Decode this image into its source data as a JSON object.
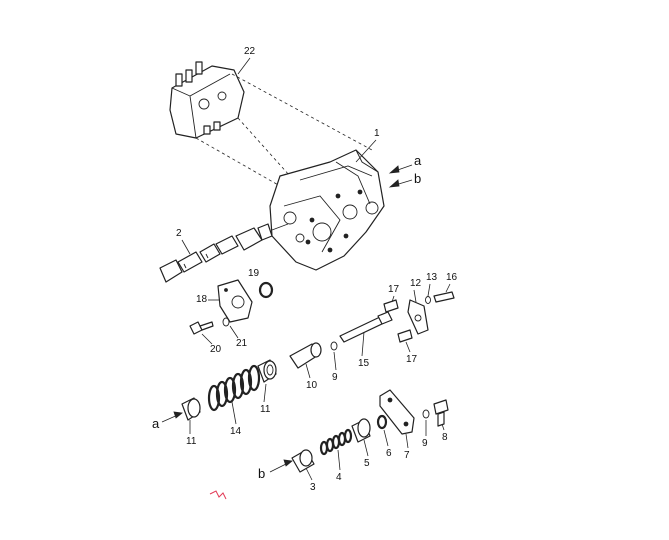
{
  "callouts": {
    "p22": "22",
    "p1": "1",
    "pa": "a",
    "pb": "b",
    "p2": "2",
    "p19": "19",
    "p18": "18",
    "p20": "20",
    "p21": "21",
    "p17top": "17",
    "p12": "12",
    "p13": "13",
    "p16": "16",
    "p15": "15",
    "p17bot": "17",
    "p9left": "9",
    "p10": "10",
    "p11top": "11",
    "p14": "14",
    "p11bot": "11",
    "pa2": "a",
    "pb2": "b",
    "p3": "3",
    "p4": "4",
    "p5": "5",
    "p6": "6",
    "p7": "7",
    "p9right": "9",
    "p8": "8"
  },
  "colors": {
    "line": "#222222",
    "mark": "#e23b57"
  }
}
